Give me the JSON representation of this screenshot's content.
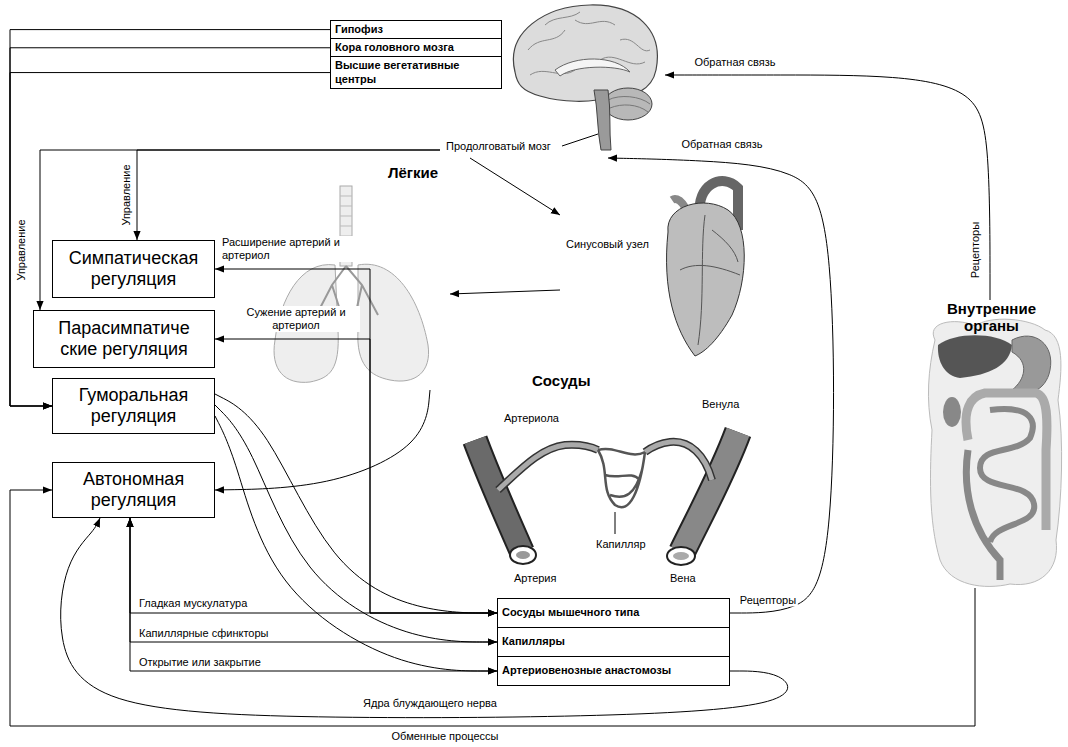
{
  "diagram": {
    "nodes": [
      {
        "text": [
          "Гипофиз"
        ]
      },
      {
        "text": [
          "Кора головного мозга"
        ]
      },
      {
        "text": [
          "Высшие вегетативные центры"
        ]
      },
      {
        "text": [
          "Продолговатый мозг"
        ]
      },
      {
        "text": [
          "Лёгкие"
        ]
      },
      {
        "text": [
          "Синусовый узел"
        ]
      },
      {
        "text": [
          "Симпатическая регуляция"
        ]
      },
      {
        "text": [
          "Парасимпатиче ские регуляция"
        ]
      },
      {
        "text": [
          "Гуморальная регуляция"
        ]
      },
      {
        "text": [
          "Автономная регуляция"
        ]
      },
      {
        "text": [
          "Сосуды"
        ]
      },
      {
        "text": [
          "Внутренние органы"
        ]
      },
      {
        "text": [
          "Сосуды мышечного типа"
        ]
      },
      {
        "text": [
          "Капилляры"
        ]
      },
      {
        "text": [
          "Артериовенозные анастомозы"
        ]
      }
    ],
    "edges": [
      {
        "from": 0,
        "to": 8,
        "arrow": "to"
      },
      {
        "from": 1,
        "to": 8,
        "arrow": "to"
      },
      {
        "from": 2,
        "to": 8,
        "arrow": "to",
        "label": "Управление"
      },
      {
        "from": 3,
        "to": 6,
        "arrow": "to",
        "label": "Управление"
      },
      {
        "from": 3,
        "to": 7,
        "arrow": "to"
      },
      {
        "from": 3,
        "to": 5,
        "arrow": "to"
      },
      {
        "from": 5,
        "to": 4,
        "arrow": "to"
      },
      {
        "from": 4,
        "to": 9,
        "arrow": "to"
      },
      {
        "from": 6,
        "to": 12,
        "arrow": "both",
        "label": "Расширение артерий и артериол"
      },
      {
        "from": 7,
        "to": 12,
        "arrow": "both",
        "label": "Сужение артерий и артериол"
      },
      {
        "from": 8,
        "to": 12,
        "arrow": "to"
      },
      {
        "from": 8,
        "to": 13,
        "arrow": "to"
      },
      {
        "from": 8,
        "to": 14,
        "arrow": "to"
      },
      {
        "from": 9,
        "to": 12,
        "arrow": "both",
        "label": "Гладкая мускулатура"
      },
      {
        "from": 9,
        "to": 13,
        "arrow": "both",
        "label": "Капиллярные сфинкторы"
      },
      {
        "from": 9,
        "to": 14,
        "arrow": "both",
        "label": "Открытие или закрытие"
      },
      {
        "from": 12,
        "to": 3,
        "arrow": "to",
        "label": "Обратная связь"
      },
      {
        "from": 11,
        "to": 3,
        "arrow": "to",
        "label": "Обратная связь"
      },
      {
        "from": 11,
        "to": 9,
        "arrow": "to",
        "label": "Обменные процессы"
      },
      {
        "from": 14,
        "to": 9,
        "arrow": "to",
        "label": "Ядра блуждающего нерва"
      }
    ],
    "labels": [
      "Артериола",
      "Венула",
      "Капилляр",
      "Артерия",
      "Вена",
      "Рецепторы",
      "Рецепторы"
    ]
  }
}
